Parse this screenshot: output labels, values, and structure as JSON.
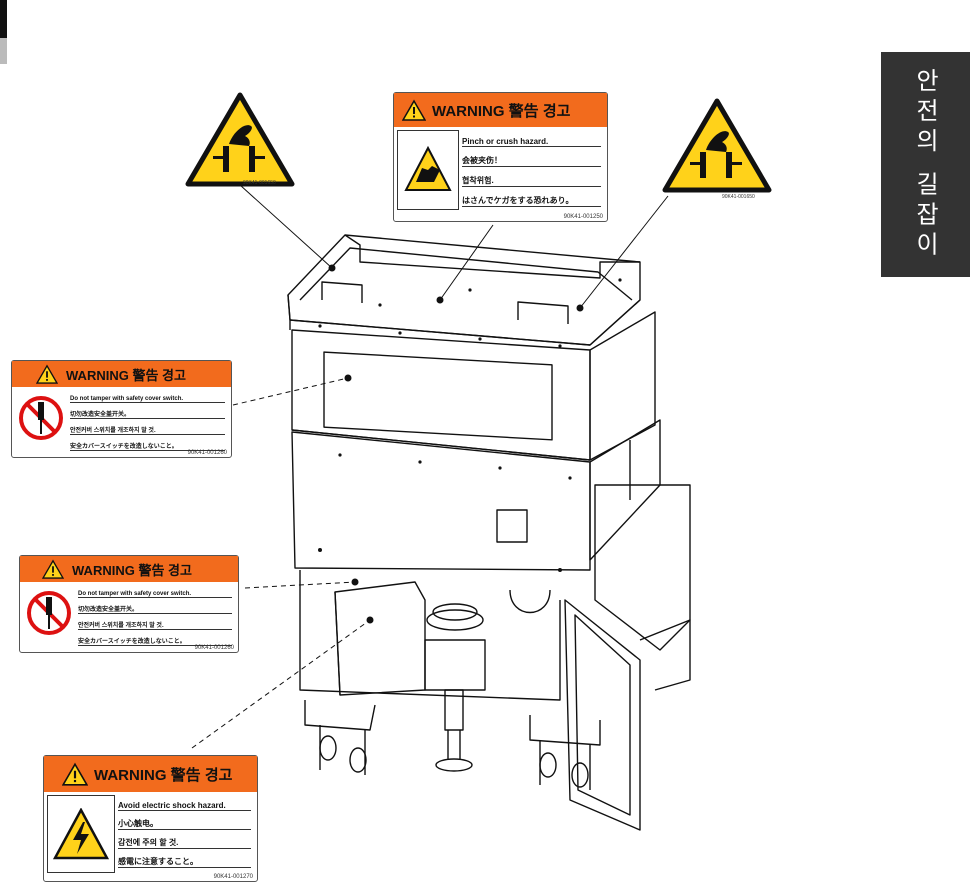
{
  "side_tab": {
    "title": "안전의 길잡이"
  },
  "icon_labels": [
    {
      "code": "90K41-001650"
    },
    {
      "code": "90K41-001650"
    }
  ],
  "top_label": {
    "header": "WARNING 警告 경고",
    "lines": [
      "Pinch or crush hazard.",
      "会被夹伤！",
      "협착위험.",
      "はさんでケガをする恐れあり。"
    ],
    "code": "90K41-001250",
    "pictogram": "pinch-hand-icon"
  },
  "cover_label_1": {
    "header": "WARNING 警告 경고",
    "lines": [
      "Do not tamper with safety cover switch.",
      "切勿改造安全盖开关。",
      "안전커버 스위치를 개조하지 말 것.",
      "安全カバースイッチを改造しないこと。"
    ],
    "code": "90K41-001260",
    "pictogram": "no-tamper-screwdriver-icon"
  },
  "cover_label_2": {
    "header": "WARNING 警告 경고",
    "lines": [
      "Do not tamper with safety cover switch.",
      "切勿改造安全盖开关。",
      "안전커버 스위치를 개조하지 말 것.",
      "安全カバースイッチを改造しないこと。"
    ],
    "code": "90K41-001260",
    "pictogram": "no-tamper-screwdriver-icon"
  },
  "shock_label": {
    "header": "WARNING 警告 경고",
    "lines": [
      "Avoid electric shock hazard.",
      "小心触电。",
      "감전에 주의 할 것.",
      "感電に注意すること。"
    ],
    "code": "90K41-001270",
    "pictogram": "electric-shock-icon"
  },
  "colors": {
    "warning_orange": "#f26b1d",
    "hazard_yellow": "#ffd21a",
    "tab_gray": "#333333"
  }
}
